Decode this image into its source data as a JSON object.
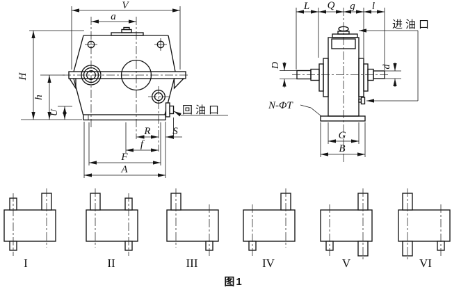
{
  "caption": "图1",
  "front_view": {
    "dims": {
      "V": "V",
      "a": "a",
      "H": "H",
      "h": "h",
      "U": "U",
      "R": "R",
      "S": "S",
      "f": "f",
      "F": "F",
      "A": "A"
    },
    "oil_return_label": "回油口"
  },
  "side_view": {
    "dims": {
      "L": "L",
      "Q": "Q",
      "g": "g",
      "l": "l",
      "D": "D",
      "d": "d",
      "G": "G",
      "B": "B"
    },
    "oil_inlet_label": "进油口",
    "mounting_holes_label": "N-ΦT"
  },
  "variants": {
    "items": [
      {
        "label": "I",
        "stubs": [
          {
            "end": "top",
            "side": "left",
            "size": "narrow"
          },
          {
            "end": "top",
            "side": "right",
            "size": "wide"
          },
          {
            "end": "bottom",
            "side": "left",
            "size": "narrow"
          }
        ]
      },
      {
        "label": "II",
        "stubs": [
          {
            "end": "top",
            "side": "left",
            "size": "wide"
          },
          {
            "end": "top",
            "side": "right",
            "size": "narrow"
          },
          {
            "end": "bottom",
            "side": "right",
            "size": "narrow"
          }
        ]
      },
      {
        "label": "III",
        "stubs": [
          {
            "end": "top",
            "side": "left",
            "size": "wide"
          },
          {
            "end": "bottom",
            "side": "right",
            "size": "narrow"
          }
        ]
      },
      {
        "label": "IV",
        "stubs": [
          {
            "end": "top",
            "side": "right",
            "size": "wide"
          },
          {
            "end": "bottom",
            "side": "left",
            "size": "narrow"
          }
        ]
      },
      {
        "label": "V",
        "stubs": [
          {
            "end": "top",
            "side": "right",
            "size": "wide"
          },
          {
            "end": "bottom",
            "side": "left",
            "size": "narrow"
          },
          {
            "end": "bottom",
            "side": "right",
            "size": "wide"
          }
        ]
      },
      {
        "label": "VI",
        "stubs": [
          {
            "end": "top",
            "side": "left",
            "size": "wide"
          },
          {
            "end": "bottom",
            "side": "left",
            "size": "wide"
          },
          {
            "end": "bottom",
            "side": "right",
            "size": "narrow"
          }
        ]
      }
    ]
  }
}
